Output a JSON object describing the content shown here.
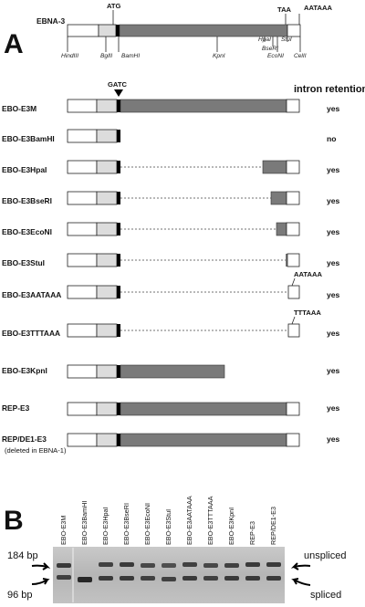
{
  "panel_a": {
    "letter": "A",
    "map": {
      "label": "EBNA-3",
      "codons": {
        "start": "ATG",
        "stop": "TAA",
        "polya": "AATAAA"
      },
      "sites": [
        "HindIII",
        "BglII",
        "BamHI",
        "KpnI",
        "HpaI",
        "BseRI",
        "EcoNI",
        "StuI",
        "CelII"
      ]
    },
    "retention_header": "intron retention",
    "gatc_label": "GATC",
    "constructs": [
      {
        "name": "EBO-E3M",
        "retention": "yes"
      },
      {
        "name": "EBO-E3BamHI",
        "retention": "no"
      },
      {
        "name": "EBO-E3HpaI",
        "retention": "yes"
      },
      {
        "name": "EBO-E3BseRI",
        "retention": "yes"
      },
      {
        "name": "EBO-E3EcoNI",
        "retention": "yes"
      },
      {
        "name": "EBO-E3StuI",
        "retention": "yes"
      },
      {
        "name": "EBO-E3AATAAA",
        "retention": "yes",
        "inset": "AATAAA"
      },
      {
        "name": "EBO-E3TTTAAA",
        "retention": "yes",
        "inset": "TTTAAA"
      },
      {
        "name": "EBO-E3KpnI",
        "retention": "yes"
      },
      {
        "name": "REP-E3",
        "retention": "yes"
      },
      {
        "name": "REP/DE1-E3",
        "retention": "yes",
        "note": "(deleted in EBNA-1)"
      }
    ]
  },
  "panel_b": {
    "letter": "B",
    "lanes": [
      "EBO-E3M",
      "EBO-E3BamHI",
      "EBO-E3HpaI",
      "EBO-E3BseRI",
      "EBO-E3EcoNI",
      "EBO-E3StuI",
      "EBO-E3AATAAA",
      "EBO-E3TTTAAA",
      "EBO-E3KpnI",
      "REP-E3",
      "REP/DE1-E3"
    ],
    "size_top": "184 bp",
    "size_bottom": "96 bp",
    "label_top": "unspliced",
    "label_bottom": "spliced"
  }
}
